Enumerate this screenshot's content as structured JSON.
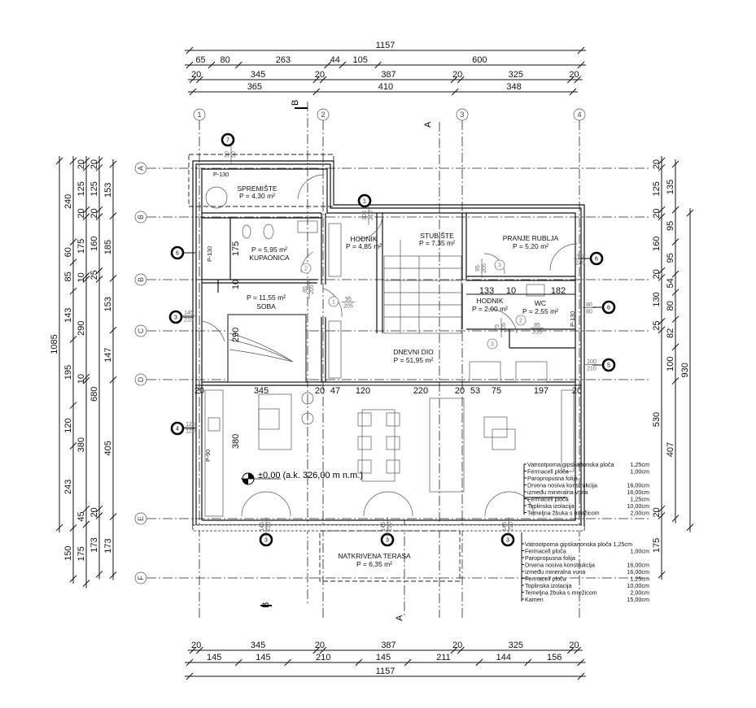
{
  "dimensions": {
    "top": {
      "total": [
        "1157"
      ],
      "row2": [
        "65",
        "80",
        "263",
        "44",
        "105",
        "600"
      ],
      "row3": [
        "20",
        "345",
        "20",
        "387",
        "20",
        "325",
        "20"
      ],
      "row4": [
        "365",
        "410",
        "348"
      ]
    },
    "bottom": {
      "row1": [
        "20",
        "345",
        "20",
        "387",
        "20",
        "325",
        "20"
      ],
      "row2": [
        "145",
        "145",
        "210",
        "145",
        "211",
        "144",
        "156"
      ],
      "total": [
        "1157"
      ]
    },
    "left": {
      "total": [
        "1085"
      ],
      "col_b": [
        "240",
        "60",
        "85",
        "143",
        "195",
        "120",
        "243",
        "150"
      ],
      "col_c": [
        "20",
        "125",
        "20",
        "175",
        "10",
        "290",
        "10",
        "380",
        "45",
        "175"
      ],
      "col_d": [
        "20",
        "125",
        "20",
        "160",
        "25",
        "680",
        "20",
        "173"
      ],
      "col_e": [
        "153",
        "185",
        "153",
        "147",
        "405",
        "173"
      ]
    },
    "right": {
      "col_a": [
        "20",
        "125",
        "20",
        "160",
        "20",
        "130",
        "25",
        "530",
        "20",
        "175"
      ],
      "col_b": [
        "135",
        "95",
        "95",
        "54",
        "80",
        "82",
        "100",
        "407"
      ],
      "col_c": [
        "930"
      ]
    }
  },
  "grid": {
    "columns": [
      "1",
      "2",
      "3",
      "4"
    ],
    "rows": [
      "A",
      "B",
      "B",
      "C",
      "D",
      "E",
      "F"
    ]
  },
  "sections": {
    "b_top": "B",
    "a_top": "A",
    "b_bottom": "B",
    "a_bottom": "A"
  },
  "rooms": {
    "spremiste": {
      "name": "SPREMIŠTE",
      "area": "P = 4,30 m²"
    },
    "hodnik": {
      "name": "HODNIK",
      "area": "P = 4,85 m²"
    },
    "stubiste": {
      "name": "STUBIŠTE",
      "area": "P = 7,35 m²"
    },
    "pranje": {
      "name": "PRANJE RUBLJA",
      "area": "P = 5,20 m²"
    },
    "kupaonica": {
      "name": "KUPAONICA",
      "area": "P = 5,95 m²"
    },
    "soba": {
      "name": "SOBA",
      "area": "P = 11,55 m²"
    },
    "hodnik2": {
      "name": "HODNIK",
      "area": "P = 2,00 m²"
    },
    "wc": {
      "name": "WC",
      "area": "P = 2,55 m²"
    },
    "dnevni": {
      "name": "DNEVNI DIO",
      "area": "P = 51,95 m²"
    },
    "terasa": {
      "name": "NATKRIVENA TERASA",
      "area": "P = 6,35 m²"
    }
  },
  "level_mark": "±0,00 (a.k. 326,00 m n.m.)",
  "markers": [
    "7",
    "1",
    "6",
    "3",
    "4",
    "3",
    "3",
    "3",
    "6",
    "6",
    "5"
  ],
  "tags": [
    "2",
    "1",
    "3",
    "2",
    "3"
  ],
  "openings": {
    "o1": [
      "105",
      "210"
    ],
    "o2": [
      "95",
      "205"
    ],
    "o3": [
      "145",
      "210"
    ],
    "o4": [
      "120",
      "120"
    ],
    "o5": [
      "85",
      "205"
    ],
    "o6": [
      "145",
      "210"
    ],
    "o7": [
      "145",
      "210"
    ],
    "o8": [
      "145",
      "210"
    ],
    "o9": [
      "95",
      "210"
    ],
    "o10": [
      "80",
      "80"
    ],
    "o11": [
      "100",
      "210"
    ],
    "o12": [
      "85",
      "205"
    ],
    "o13": [
      "75",
      "205"
    ],
    "o14": [
      "95",
      "205"
    ],
    "o15": [
      "50",
      "50"
    ]
  },
  "windows": [
    "P-130",
    "P-130",
    "P-90",
    "P-130"
  ],
  "interior_dims": {
    "kup_h": "175",
    "kup_w": "10",
    "soba_h": "290",
    "kit_h": "380",
    "row": [
      "20",
      "345",
      "20",
      "47",
      "120",
      "220",
      "20",
      "53",
      "75",
      "197",
      "20"
    ],
    "wc_row": [
      "133",
      "10",
      "182"
    ]
  },
  "wall_layers": [
    [
      "Vatrootporna gipskartonska ploča",
      "1,25cm"
    ],
    [
      "Fermacell ploča",
      "1,00cm"
    ],
    [
      "Paropropusna folija",
      ""
    ],
    [
      "Drvena nosiva konstrukcija",
      "16,00cm"
    ],
    [
      "između mineralna vuna",
      "16,00cm"
    ],
    [
      "Fermacell ploča",
      "1,25cm"
    ],
    [
      "Toplinska izolacija",
      "10,00cm"
    ],
    [
      "Temeljna žbuka s mrežicom",
      "2,00cm"
    ]
  ],
  "floor_layers": [
    [
      "Vatrootporna gipskartonska ploča 1,25cm",
      ""
    ],
    [
      "Fermacell ploča",
      "1,00cm"
    ],
    [
      "Paropropusna folija",
      ""
    ],
    [
      "Drvena nosiva konstrukcija",
      "16,00cm"
    ],
    [
      "između mineralna vuna",
      "16,00cm"
    ],
    [
      "Fermacell ploča",
      "1,25cm"
    ],
    [
      "Toplinska izolacija",
      "10,00cm"
    ],
    [
      "Temeljna žbuka s mrežicom",
      "2,00cm"
    ],
    [
      "Kamen",
      "15,00cm"
    ]
  ]
}
